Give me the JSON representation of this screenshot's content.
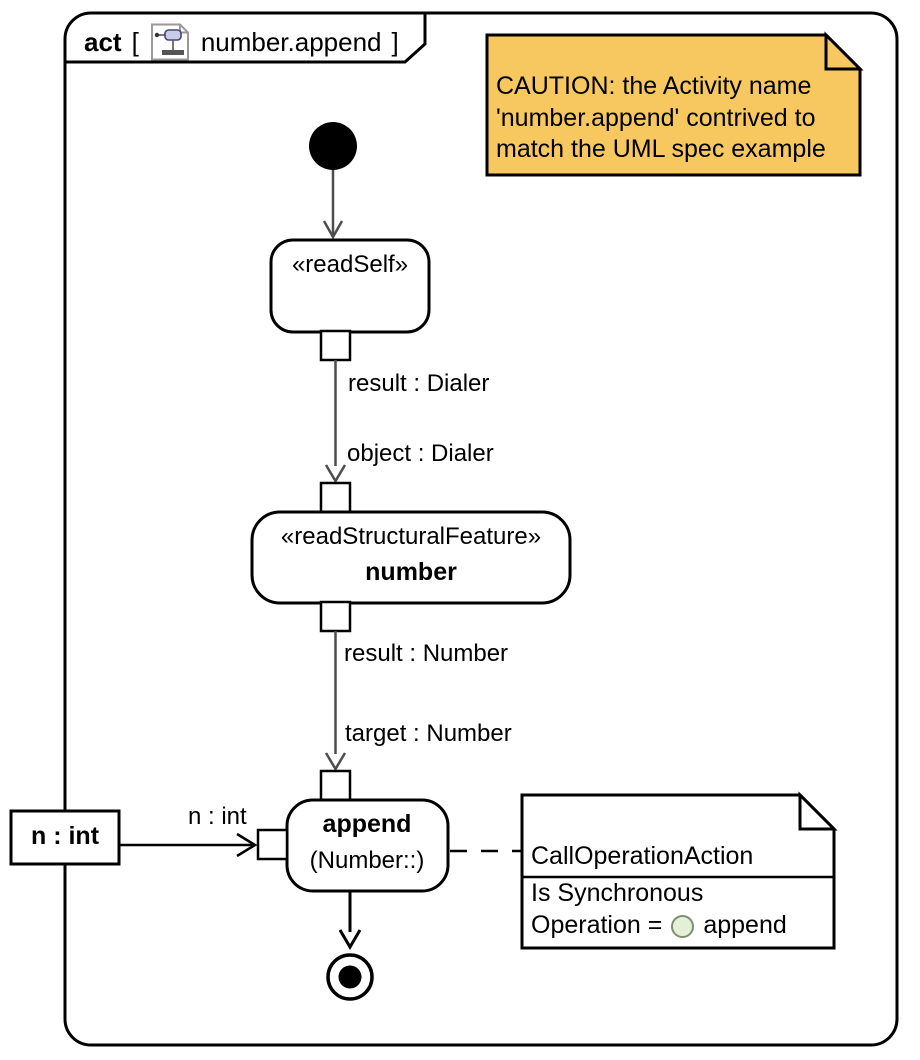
{
  "frame": {
    "keyword": "act",
    "open_bracket": "[",
    "close_bracket": "]",
    "diagram_name": "number.append"
  },
  "caution_note": {
    "line1": "CAUTION: the Activity name",
    "line2": "'number.append' contrived to",
    "line3": "match the UML spec example",
    "fill_color": "#F8C860"
  },
  "nodes": {
    "read_self": {
      "stereotype": "«readSelf»"
    },
    "read_structural_feature": {
      "stereotype": "«readStructuralFeature»",
      "name": "number"
    },
    "append": {
      "name": "append",
      "qualifier": "(Number::)"
    },
    "param_n": {
      "label": "n : int"
    }
  },
  "edge_labels": {
    "result_dialer": "result : Dialer",
    "object_dialer": "object : Dialer",
    "result_number": "result : Number",
    "target_number": "target : Number",
    "n_int": "n : int"
  },
  "call_note": {
    "title": "CallOperationAction",
    "row1": "Is Synchronous",
    "row2_label": "Operation =",
    "row2_value": "append",
    "operation_icon_color": "#E3F0D5"
  },
  "colors": {
    "edge_gray": "#4d4d4d",
    "note_yellow": "#F8C860",
    "black": "#000000"
  }
}
